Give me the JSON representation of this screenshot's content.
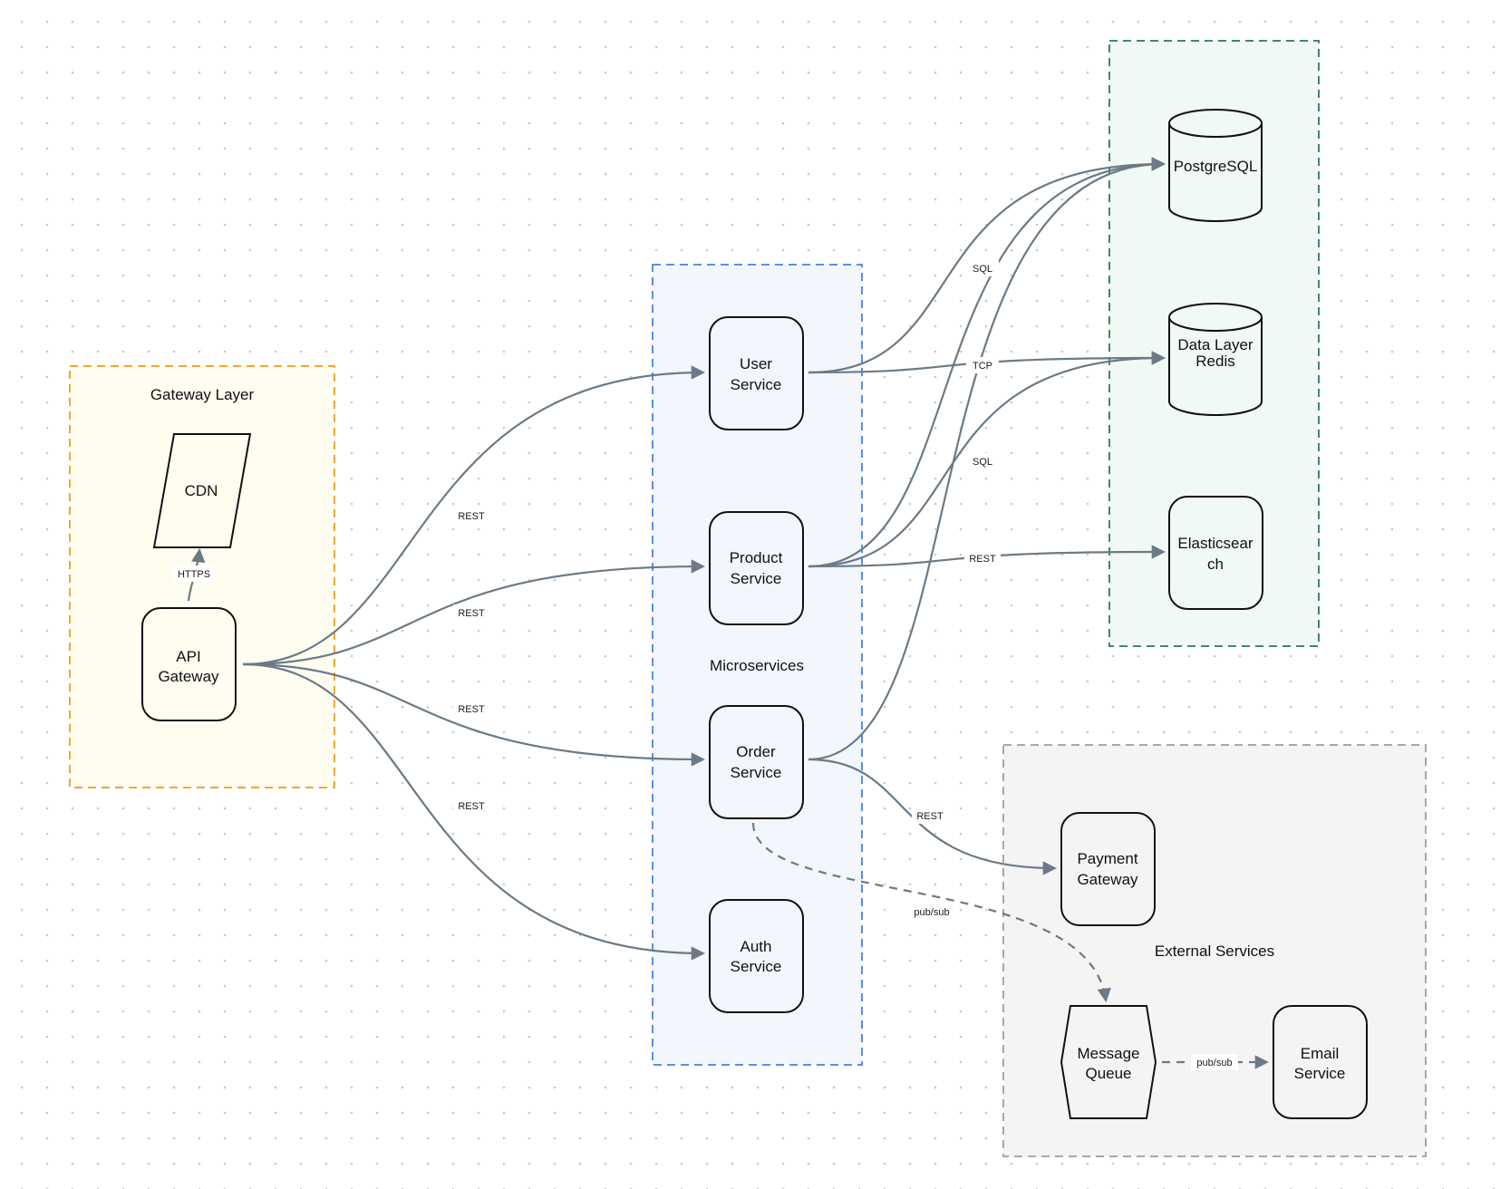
{
  "groups": [
    {
      "id": "gateway",
      "label": "Gateway Layer"
    },
    {
      "id": "micro",
      "label": "Microservices"
    },
    {
      "id": "data",
      "label": ""
    },
    {
      "id": "external",
      "label": "External Services"
    }
  ],
  "nodes": [
    {
      "id": "cdn",
      "lines": [
        "CDN"
      ],
      "shape": "parallelogram"
    },
    {
      "id": "api",
      "lines": [
        "API",
        "Gateway"
      ],
      "shape": "rounded"
    },
    {
      "id": "user",
      "lines": [
        "User",
        "Service"
      ],
      "shape": "rounded"
    },
    {
      "id": "product",
      "lines": [
        "Product",
        "Service"
      ],
      "shape": "rounded"
    },
    {
      "id": "order",
      "lines": [
        "Order",
        "Service"
      ],
      "shape": "rounded"
    },
    {
      "id": "auth",
      "lines": [
        "Auth",
        "Service"
      ],
      "shape": "rounded"
    },
    {
      "id": "postgres",
      "lines": [
        "PostgreSQL"
      ],
      "shape": "cylinder"
    },
    {
      "id": "redis",
      "lines": [
        "Data Layer",
        "Redis"
      ],
      "shape": "cylinder"
    },
    {
      "id": "elastic",
      "lines": [
        "Elasticsear",
        "ch"
      ],
      "shape": "rounded"
    },
    {
      "id": "payment",
      "lines": [
        "Payment",
        "Gateway"
      ],
      "shape": "rounded"
    },
    {
      "id": "mq",
      "lines": [
        "Message",
        "Queue"
      ],
      "shape": "hexagon"
    },
    {
      "id": "email",
      "lines": [
        "Email",
        "Service"
      ],
      "shape": "rounded"
    }
  ],
  "edges": [
    {
      "id": "api-cdn",
      "label": "HTTPS",
      "dashed": false
    },
    {
      "id": "api-user",
      "label": "REST",
      "dashed": false
    },
    {
      "id": "api-product",
      "label": "REST",
      "dashed": false
    },
    {
      "id": "api-order",
      "label": "REST",
      "dashed": false
    },
    {
      "id": "api-auth",
      "label": "REST",
      "dashed": false
    },
    {
      "id": "user-postgres",
      "label": "SQL",
      "dashed": false
    },
    {
      "id": "user-redis",
      "label": "TCP",
      "dashed": false
    },
    {
      "id": "product-postgres",
      "label": "SQL",
      "dashed": false
    },
    {
      "id": "product-redis",
      "label": "",
      "dashed": false
    },
    {
      "id": "product-elastic",
      "label": "REST",
      "dashed": false
    },
    {
      "id": "order-postgres",
      "label": "",
      "dashed": false
    },
    {
      "id": "order-payment",
      "label": "REST",
      "dashed": false
    },
    {
      "id": "order-mq",
      "label": "pub/sub",
      "dashed": true
    },
    {
      "id": "mq-email",
      "label": "pub/sub",
      "dashed": true
    }
  ],
  "colors": {
    "edge": "#6b7a86",
    "node_stroke": "#111111",
    "gateway_border": "#f0a830",
    "gateway_fill": "#fffcf0",
    "micro_border": "#5b8ee6",
    "micro_fill": "#f2f6fd",
    "data_border": "#3e8a64",
    "data_fill": "#f1f9f4",
    "external_border": "#a8a8a8",
    "external_fill": "#f4f4f5",
    "grid_dot": "#c8c8c8"
  }
}
